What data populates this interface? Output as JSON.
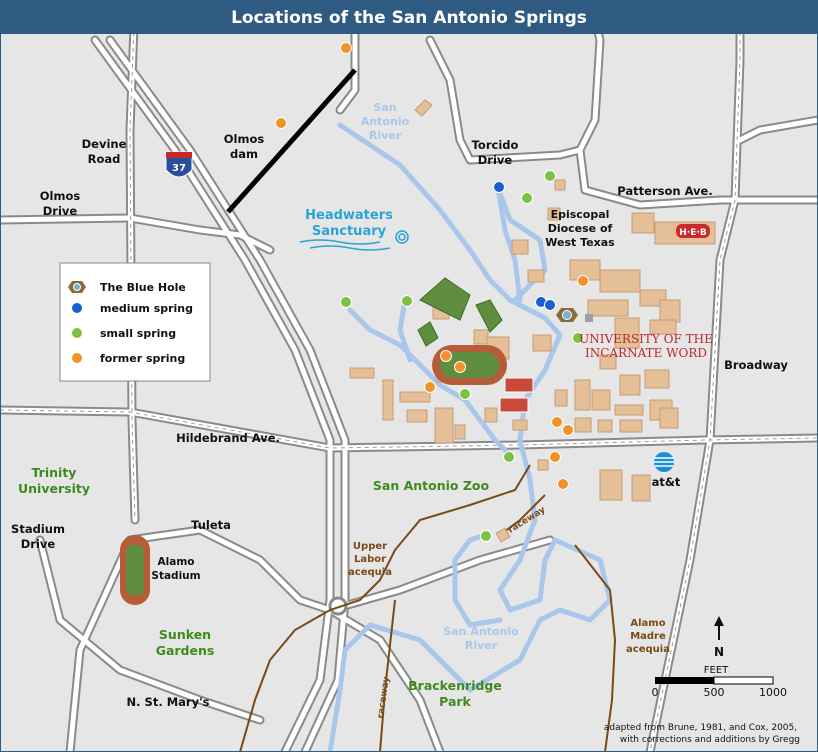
{
  "title": "Locations of the San Antonio Springs",
  "legend": {
    "items": [
      {
        "label": "The Blue Hole",
        "color": "#7ab0d6",
        "icon": "blue-hole-icon"
      },
      {
        "label": "medium spring",
        "color": "#1a5fcf",
        "icon": "medium-spring-icon"
      },
      {
        "label": "small spring",
        "color": "#7cc142",
        "icon": "small-spring-icon"
      },
      {
        "label": "former spring",
        "color": "#f2922a",
        "icon": "former-spring-icon"
      }
    ]
  },
  "labels": {
    "devine": [
      "Devine",
      "Road"
    ],
    "olmos_drive": [
      "Olmos",
      "Drive"
    ],
    "olmos_dam": [
      "Olmos",
      "dam"
    ],
    "interstate": "37",
    "river_top": [
      "San",
      "Antonio",
      "River"
    ],
    "torcido": [
      "Torcido",
      "Drive"
    ],
    "patterson": "Patterson Ave.",
    "headwaters": [
      "Headwaters",
      "Sanctuary"
    ],
    "diocese": [
      "Episcopal",
      "Diocese of",
      "West Texas"
    ],
    "heb": "H·E·B",
    "uiw": [
      "UNIVERSITY OF THE",
      "INCARNATE WORD"
    ],
    "broadway": "Broadway",
    "hildebrand": "Hildebrand Ave.",
    "trinity": [
      "Trinity",
      "University"
    ],
    "zoo": "San Antonio Zoo",
    "att": "at&t",
    "stadium_drive": [
      "Stadium",
      "Drive"
    ],
    "tuleta": "Tuleta",
    "alamo_stadium": [
      "Alamo",
      "Stadium"
    ],
    "upper_labor": [
      "Upper",
      "Labor",
      "acequia"
    ],
    "raceway_top": "raceway",
    "raceway_bottom": "raceway",
    "river_bottom": [
      "San Antonio",
      "River"
    ],
    "alamo_madre": [
      "Alamo",
      "Madre",
      "acequia"
    ],
    "sunken": [
      "Sunken",
      "Gardens"
    ],
    "brackenridge": [
      "Brackenridge",
      "Park"
    ],
    "st_marys": "N. St. Mary's",
    "north": "N"
  },
  "scale": {
    "unit": "FEET",
    "ticks": [
      "0",
      "500",
      "1000"
    ]
  },
  "credit": [
    "adapted from Brune, 1981, and Cox, 2005,",
    "with corrections and additions by Gregg"
  ],
  "colors": {
    "title_bg": "#2f5a82",
    "map_bg": "#e6e6e6",
    "road_fill": "#ffffff",
    "road_edge": "#8a8a8a",
    "river": "#a9c7ea",
    "acequia": "#7a4a17",
    "building": "#e4bf98",
    "field": "#5f8f3e",
    "track": "#b65c38",
    "green_label": "#3f8a1f"
  }
}
